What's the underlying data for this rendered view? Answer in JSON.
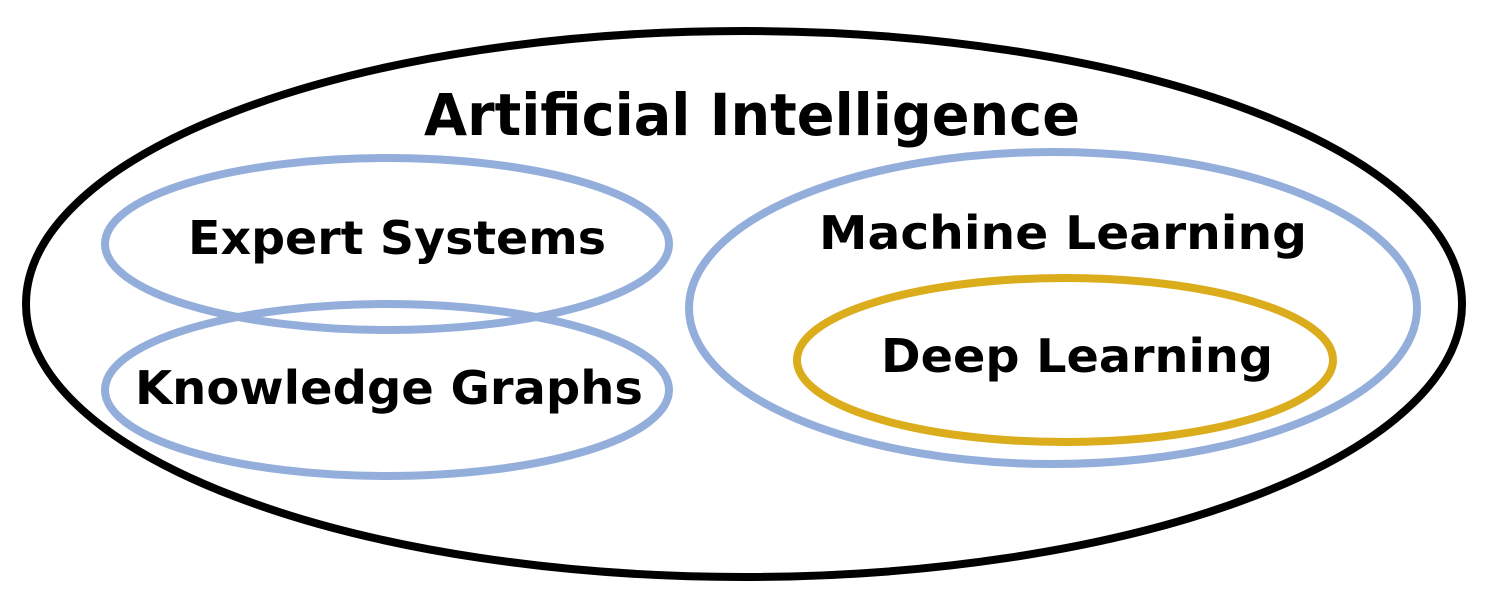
{
  "labels": {
    "outer": "Artificial Intelligence",
    "expert_systems": "Expert Systems",
    "knowledge_graphs": "Knowledge Graphs",
    "machine_learning": "Machine Learning",
    "deep_learning": "Deep Learning"
  },
  "colors": {
    "outer_stroke": "#000000",
    "blue_stroke": "#94aedb",
    "gold_stroke": "#dbac1c",
    "text": "#000000",
    "background": "#ffffff"
  }
}
